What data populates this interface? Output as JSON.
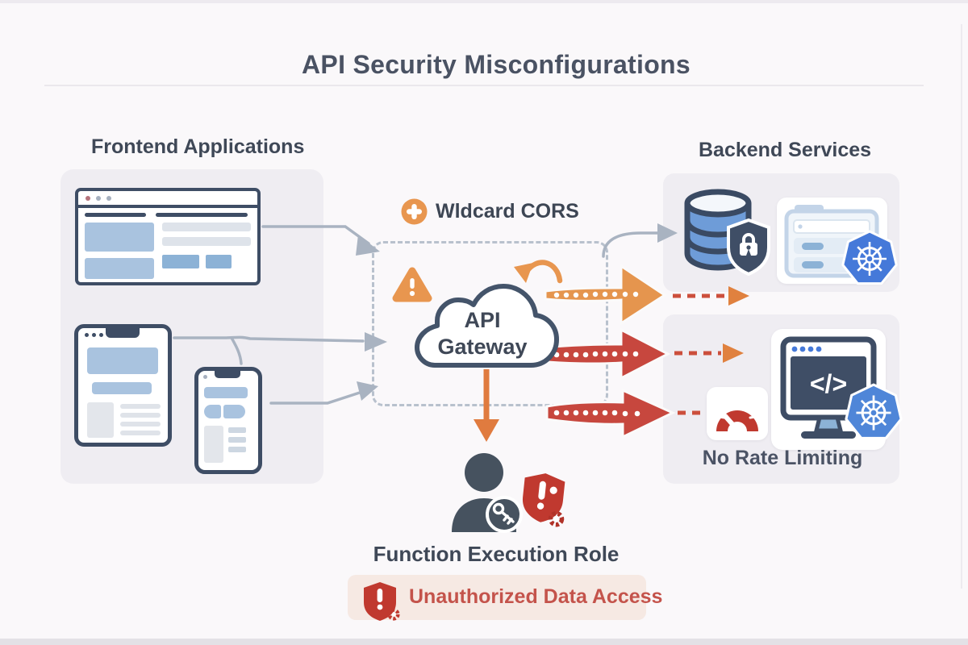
{
  "title": "API Security Misconfigurations",
  "frontend": {
    "label": "Frontend Applications"
  },
  "backend": {
    "label": "Backend Services",
    "no_rate_limiting_label": "No Rate Limiting"
  },
  "gateway": {
    "line1": "API",
    "line2": "Gateway",
    "cors_label": "Wldcard CORS"
  },
  "monitor": {
    "code_glyph": "</>"
  },
  "footer": {
    "role_label": "Function Execution Role",
    "alert_label": "Unauthorized Data Access"
  },
  "icons": {
    "cors": "wildcard-plus-icon",
    "gateway_warning": "warning-triangle-icon",
    "gateway_retry": "refresh-arrow-icon",
    "database": "database-icon",
    "database_badge": "shield-lock-icon",
    "server": "server-icon",
    "kubernetes": "kubernetes-icon",
    "code_monitor": "code-monitor-icon",
    "gauge": "speedometer-icon",
    "person": "user-icon",
    "key_badge": "key-icon",
    "alert_shield": "alert-shield-gear-icon"
  },
  "colors": {
    "background": "#faf8fa",
    "panel_gray": "#efedf2",
    "device_navy": "#3e4d65",
    "light_blue": "#a9c3df",
    "accent_orange": "#e8964f",
    "arrow_red": "#c7473e",
    "alert_red": "#c0392f",
    "dashed_red": "#cc4f3c",
    "kubernetes_blue": "#4579d9",
    "connector_gray": "#a9b3c1",
    "text_dark": "#3f4857",
    "banner_bg": "#f6e9e3",
    "banner_text": "#c4534b"
  }
}
